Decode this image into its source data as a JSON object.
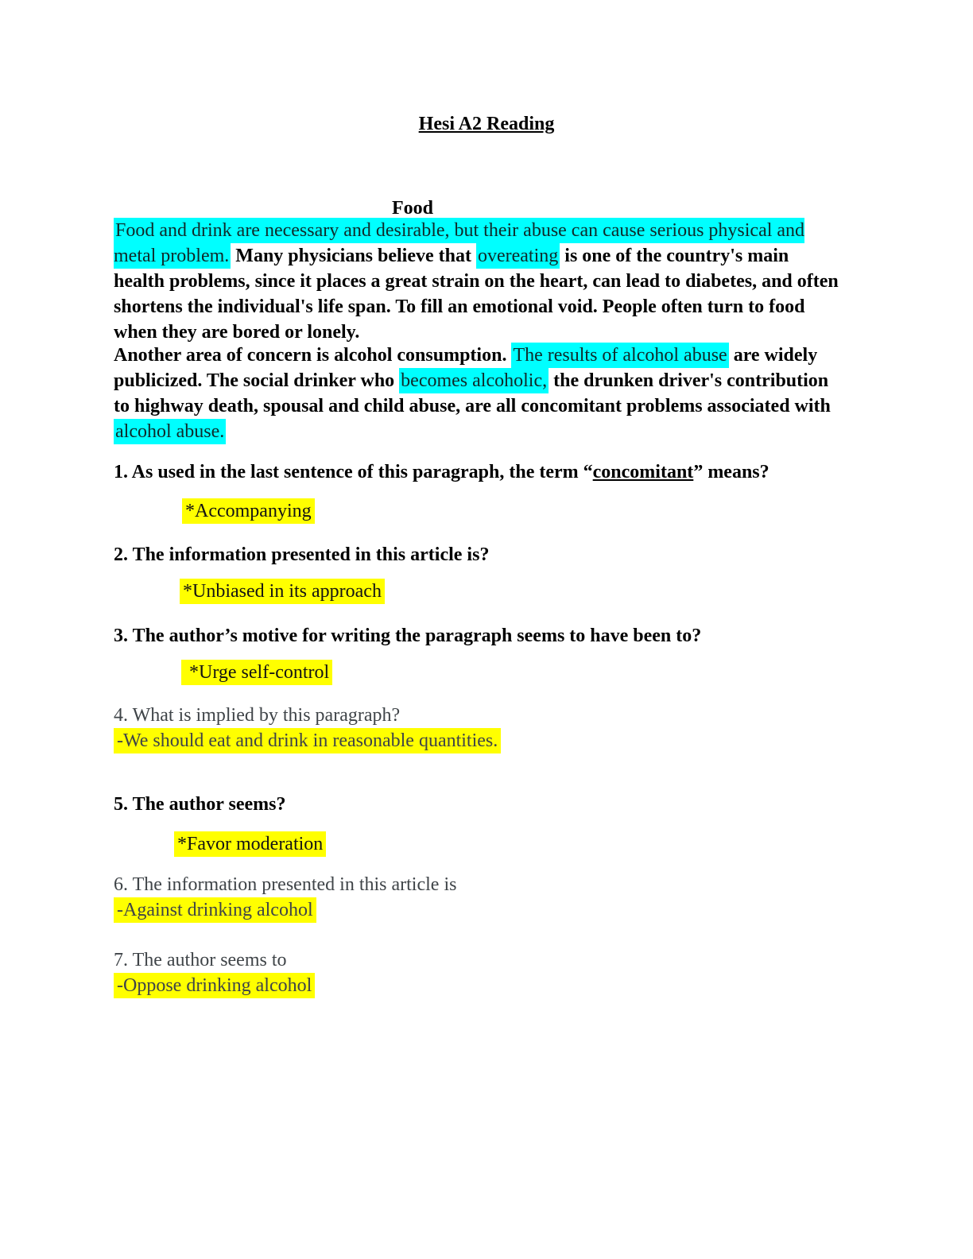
{
  "colors": {
    "page_background": "#ffffff",
    "highlight_cyan": "#00ffff",
    "highlight_yellow": "#ffff00",
    "ink_black": "#000000",
    "ink_gray": "#3f4448"
  },
  "doc": {
    "title": "Hesi A2 Reading",
    "section_heading": "Food"
  },
  "passage": {
    "p1": {
      "seg1_highlighted": "Food and drink are necessary and desirable, but their abuse can cause serious physical and metal problem.",
      "seg2": " Many physicians believe that ",
      "seg3_highlighted": "overeating",
      "seg4": " is one of the country's main health problems, since it places a great strain on the heart, can lead to diabetes, and often shortens the individual's life span. To fill an emotional void. People often turn to food when they are bored or lonely."
    },
    "p2": {
      "seg1": "Another area of concern is alcohol consumption. ",
      "seg2_highlighted": "The results of alcohol abuse",
      "seg3": " are widely publicized. The social drinker who ",
      "seg4_highlighted": "becomes alcoholic,",
      "seg5": " the drunken driver's contribution to highway death, spousal and child abuse, are all concomitant problems associated with ",
      "seg6_highlighted": "alcohol abuse."
    }
  },
  "questions": {
    "q1": {
      "pre": "1. As used in the last sentence of this paragraph, the term “",
      "term": "concomitant",
      "post": "” means?",
      "answer": "*Accompanying"
    },
    "q2": {
      "text": "2. The information presented in this article is?",
      "answer": "*Unbiased in its approach"
    },
    "q3": {
      "text": "3. The author’s motive for writing the paragraph seems to have been to?",
      "answer": " *Urge self-control"
    },
    "q4": {
      "text": "4. What is implied by this paragraph?",
      "answer": "-We should eat and drink in reasonable quantities."
    },
    "q5": {
      "text": "5. The author seems?",
      "answer": "*Favor moderation"
    },
    "q6": {
      "text": "6. The information presented in this article is",
      "answer": "-Against drinking alcohol"
    },
    "q7": {
      "text": "7. The author seems to",
      "answer": "-Oppose drinking alcohol"
    }
  }
}
